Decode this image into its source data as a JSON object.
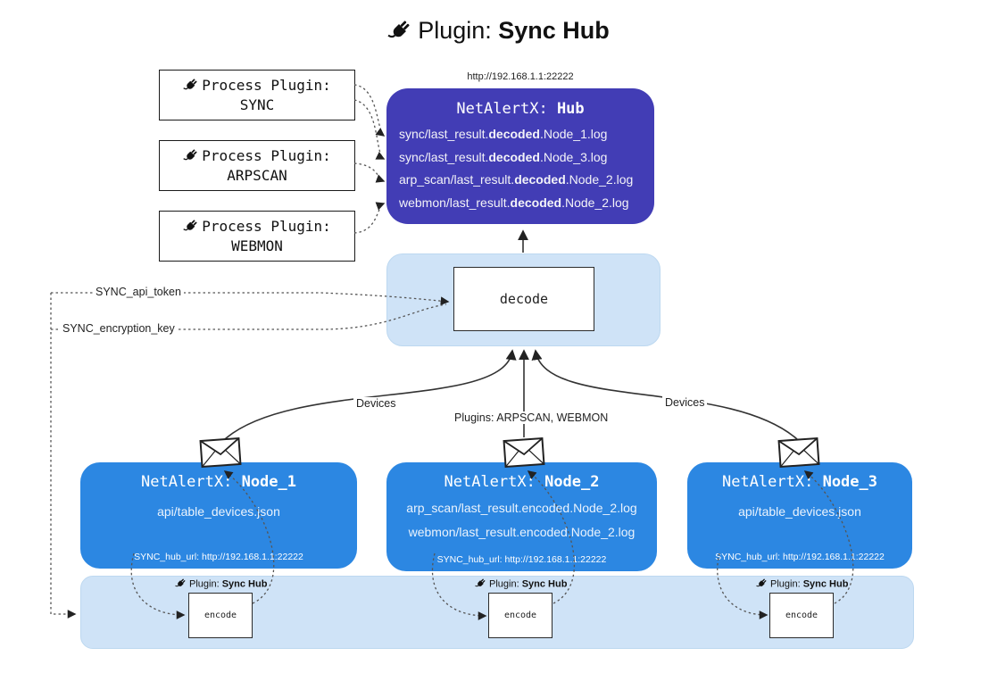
{
  "title": {
    "prefix": "Plugin: ",
    "name": "Sync Hub"
  },
  "process_plugins": [
    {
      "label": "Process Plugin:",
      "name": "SYNC"
    },
    {
      "label": "Process Plugin:",
      "name": "ARPSCAN"
    },
    {
      "label": "Process Plugin:",
      "name": "WEBMON"
    }
  ],
  "hub": {
    "url": "http://192.168.1.1:22222",
    "title_prefix": "NetAlertX: ",
    "title_name": "Hub",
    "logs": [
      {
        "pre": "sync/last_result.",
        "bold": "decoded",
        "post": ".Node_1.log"
      },
      {
        "pre": "sync/last_result.",
        "bold": "decoded",
        "post": ".Node_3.log"
      },
      {
        "pre": "arp_scan/last_result.",
        "bold": "decoded",
        "post": ".Node_2.log"
      },
      {
        "pre": "webmon/last_result.",
        "bold": "decoded",
        "post": ".Node_2.log"
      }
    ]
  },
  "decode": {
    "label": "decode"
  },
  "secrets": {
    "api_token": "SYNC_api_token",
    "encryption_key": "SYNC_encryption_key"
  },
  "edge_labels": {
    "devices_left": "Devices",
    "plugins_center": "Plugins: ARPSCAN, WEBMON",
    "devices_right": "Devices"
  },
  "nodes": [
    {
      "title_prefix": "NetAlertX: ",
      "title_name": "Node_1",
      "files": [
        "api/table_devices.json"
      ],
      "hub_url": "SYNC_hub_url: http://192.168.1.1:22222"
    },
    {
      "title_prefix": "NetAlertX: ",
      "title_name": "Node_2",
      "files": [
        "arp_scan/last_result.encoded.Node_2.log",
        "webmon/last_result.encoded.Node_2.log"
      ],
      "hub_url": "SYNC_hub_url: http://192.168.1.1:22222"
    },
    {
      "title_prefix": "NetAlertX: ",
      "title_name": "Node_3",
      "files": [
        "api/table_devices.json"
      ],
      "hub_url": "SYNC_hub_url: http://192.168.1.1:22222"
    }
  ],
  "encoders": [
    {
      "label_prefix": "Plugin: ",
      "label_name": "Sync Hub",
      "box_label": "encode"
    },
    {
      "label_prefix": "Plugin: ",
      "label_name": "Sync Hub",
      "box_label": "encode"
    },
    {
      "label_prefix": "Plugin: ",
      "label_name": "Sync Hub",
      "box_label": "encode"
    }
  ],
  "colors": {
    "hub_bg": "#423DB5",
    "node_bg": "#2C87E2",
    "panel_bg": "#CFE3F7",
    "line": "#333333"
  }
}
